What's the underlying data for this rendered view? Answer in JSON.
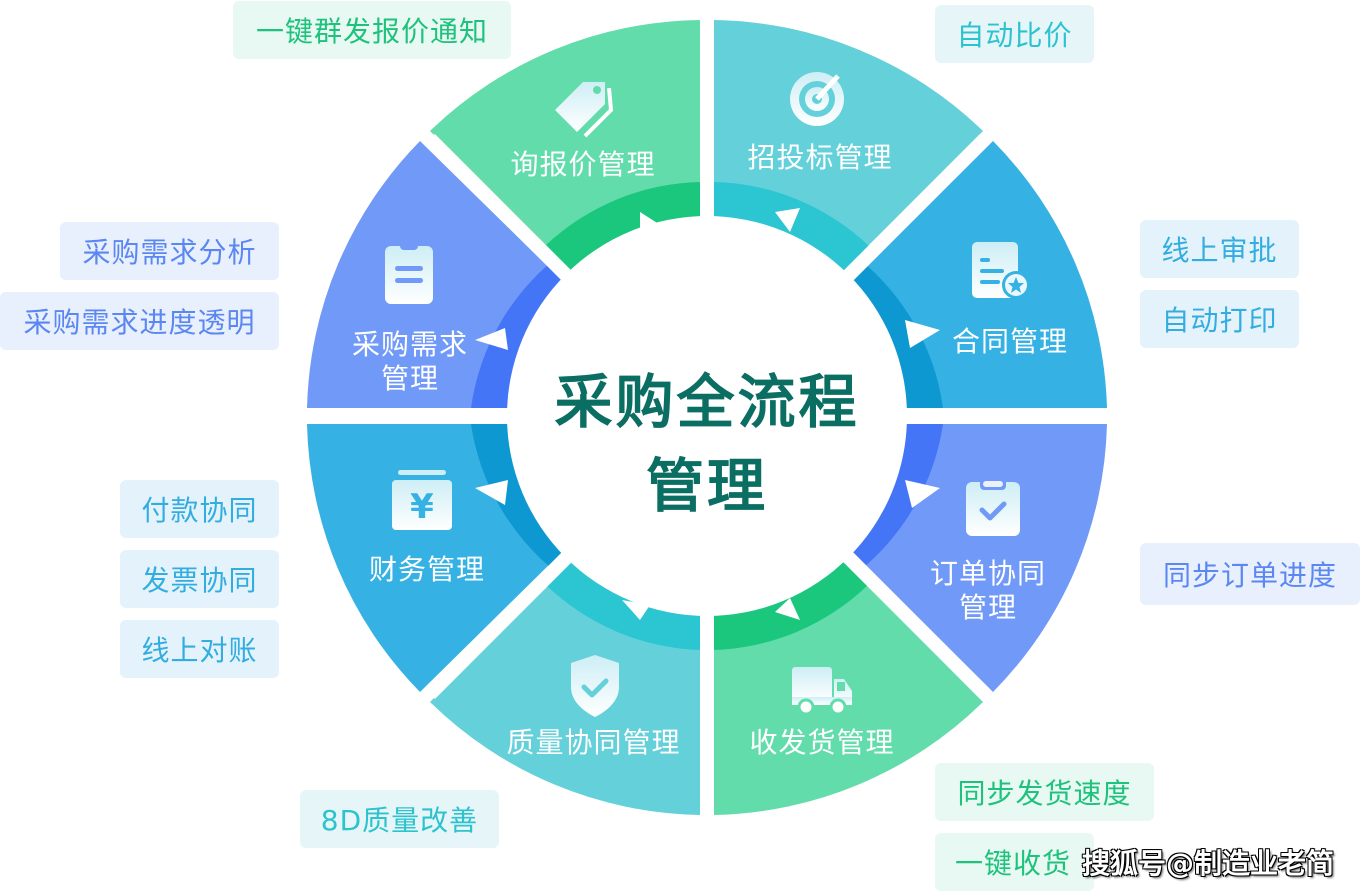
{
  "center": {
    "line1": "采购全流程",
    "line2": "管理"
  },
  "colors": {
    "teal": "#64d0d9",
    "teal_dark": "#2cc5d2",
    "blue": "#35b1e3",
    "blue_dark": "#0e98d1",
    "indigo": "#7199f8",
    "indigo_dark": "#4475f7",
    "green": "#62dcab",
    "green_dark": "#1ac77d",
    "center_text": "#0b6e62"
  },
  "segments": [
    {
      "id": "tender",
      "label": "招投标管理",
      "icon": "target-icon"
    },
    {
      "id": "contract",
      "label": "合同管理",
      "icon": "contract-star-icon"
    },
    {
      "id": "order",
      "label_line1": "订单协同",
      "label_line2": "管理",
      "icon": "clipboard-check-icon"
    },
    {
      "id": "delivery",
      "label": "收发货管理",
      "icon": "truck-icon"
    },
    {
      "id": "quality",
      "label": "质量协同管理",
      "icon": "shield-check-icon"
    },
    {
      "id": "finance",
      "label": "财务管理",
      "icon": "yen-icon"
    },
    {
      "id": "demand",
      "label_line1": "采购需求",
      "label_line2": "管理",
      "icon": "clipboard-list-icon"
    },
    {
      "id": "quote",
      "label": "询报价管理",
      "icon": "price-tag-icon"
    }
  ],
  "tags": {
    "quote": [
      "一键群发报价通知"
    ],
    "tender": [
      "自动比价"
    ],
    "contract": [
      "线上审批",
      "自动打印"
    ],
    "order": [
      "同步订单进度"
    ],
    "delivery": [
      "同步发货速度",
      "一键收货"
    ],
    "quality": [
      "8D质量改善"
    ],
    "finance": [
      "付款协同",
      "发票协同",
      "线上对账"
    ],
    "demand": [
      "采购需求分析",
      "采购需求进度透明"
    ]
  },
  "watermark": "搜狐号@制造业老简"
}
